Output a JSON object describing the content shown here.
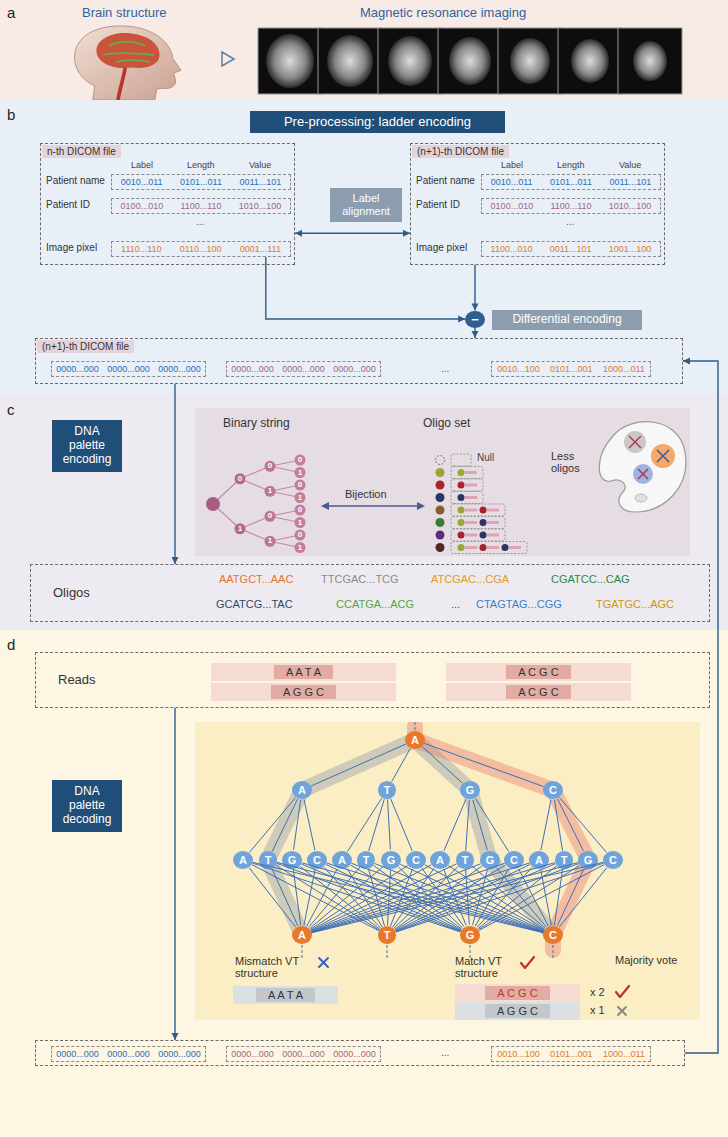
{
  "diagram": {
    "nodes": [
      {
        "text": [
          "a",
          "Brain structure",
          "Magnetic resonance imaging"
        ]
      },
      {
        "text": [
          "b"
        ]
      },
      {
        "text": [
          "c"
        ]
      },
      {
        "text": [
          "d"
        ]
      },
      {
        "text": [
          "Pre-processing: ladder encoding"
        ],
        "in": 1
      },
      {
        "text": [
          "n-th DICOM file",
          "Label",
          "Length",
          "Value",
          "Patient name",
          "Patient ID",
          "...",
          "Image pixel"
        ],
        "in": 1
      },
      {
        "text": [
          "0010...011",
          "0101...011",
          "0011...101"
        ],
        "in": 5
      },
      {
        "text": [
          "0100...010",
          "1100...110",
          "1010...100"
        ],
        "in": 5
      },
      {
        "text": [
          "1110...110",
          "0110...100",
          "0001...111"
        ],
        "in": 5
      },
      {
        "text": [
          "Label alignment"
        ],
        "in": 1
      },
      {
        "text": [
          "(n+1)-th DICOM file",
          "Label",
          "Length",
          "Value",
          "Patient name",
          "Patient ID",
          "...",
          "Image pixel"
        ],
        "in": 1
      },
      {
        "text": [
          "0010...011",
          "0101...011",
          "0011...101"
        ],
        "in": 10
      },
      {
        "text": [
          "0100...010",
          "1100...110",
          "1010...100"
        ],
        "in": 10
      },
      {
        "text": [
          "1100...010",
          "0011...101",
          "1001...100"
        ],
        "in": 10
      },
      {
        "text": [
          "−"
        ],
        "in": 1
      },
      {
        "text": [
          "Differential encoding"
        ],
        "in": 1
      },
      {
        "text": [
          "(n+1)-th DICOM file",
          "..."
        ],
        "in": 1
      },
      {
        "text": [
          "0000...000",
          "0000...000",
          "0000...000"
        ],
        "in": 16
      },
      {
        "text": [
          "0000...000",
          "0000...000",
          "0000...000"
        ],
        "in": 16
      },
      {
        "text": [
          "0010...100",
          "0101...001",
          "1000...011"
        ],
        "in": 16
      },
      {
        "text": [
          "DNA palette encoding"
        ],
        "in": 2
      },
      {
        "text": [
          "Binary string",
          "Bijection",
          "Oligo set",
          "Null",
          "Less oligos"
        ],
        "in": 2
      },
      {
        "text": [
          "Oligos",
          "AATGCT...AAC",
          "TTCGAC...TCG",
          "ATCGAC...CGA",
          "CGATCC...CAG",
          "GCATCG...TAC",
          "CCATGA...ACG",
          "...",
          "CTAGTAG...CGG",
          "TGATGC...AGC"
        ],
        "in": 2
      },
      {
        "text": [
          "Reads"
        ],
        "in": 3
      },
      {
        "text": [
          "A A T A"
        ],
        "in": 23
      },
      {
        "text": [
          "A C G C"
        ],
        "in": 23
      },
      {
        "text": [
          "A G G C"
        ],
        "in": 23
      },
      {
        "text": [
          "A C G C"
        ],
        "in": 23
      },
      {
        "text": [
          "DNA palette decoding"
        ],
        "in": 3
      },
      {
        "text": [
          "Mismatch VT structure",
          "Match VT structure",
          "Majority vote",
          "x 2",
          "x 1"
        ],
        "in": 3
      },
      {
        "text": [
          "A"
        ],
        "in": 29
      },
      {
        "text": [
          "A"
        ],
        "in": 29
      },
      {
        "text": [
          "T"
        ],
        "in": 29
      },
      {
        "text": [
          "G"
        ],
        "in": 29
      },
      {
        "text": [
          "C"
        ],
        "in": 29
      },
      {
        "text": [
          "A"
        ],
        "in": 29
      },
      {
        "text": [
          "T"
        ],
        "in": 29
      },
      {
        "text": [
          "G"
        ],
        "in": 29
      },
      {
        "text": [
          "C"
        ],
        "in": 29
      },
      {
        "text": [
          "A"
        ],
        "in": 29
      },
      {
        "text": [
          "T"
        ],
        "in": 29
      },
      {
        "text": [
          "G"
        ],
        "in": 29
      },
      {
        "text": [
          "C"
        ],
        "in": 29
      },
      {
        "text": [
          "A"
        ],
        "in": 29
      },
      {
        "text": [
          "T"
        ],
        "in": 29
      },
      {
        "text": [
          "G"
        ],
        "in": 29
      },
      {
        "text": [
          "C"
        ],
        "in": 29
      },
      {
        "text": [
          "A"
        ],
        "in": 29
      },
      {
        "text": [
          "T"
        ],
        "in": 29
      },
      {
        "text": [
          "G"
        ],
        "in": 29
      },
      {
        "text": [
          "C"
        ],
        "in": 29
      },
      {
        "text": [
          "A"
        ],
        "in": 29
      },
      {
        "text": [
          "T"
        ],
        "in": 29
      },
      {
        "text": [
          "G"
        ],
        "in": 29
      },
      {
        "text": [
          "C"
        ],
        "in": 29
      },
      {
        "text": [
          "A A T A"
        ],
        "in": 29
      },
      {
        "text": [
          "A C G C"
        ],
        "in": 29
      },
      {
        "text": [
          "A G G C"
        ],
        "in": 29
      },
      {
        "text": [
          "..."
        ],
        "in": 3
      },
      {
        "text": [
          "0000...000",
          "0000...000",
          "0000...000"
        ],
        "in": 58
      },
      {
        "text": [
          "0000...000",
          "0000...000",
          "0000...000"
        ],
        "in": 58
      },
      {
        "text": [
          "0010...100",
          "0101...001",
          "1000...011"
        ],
        "in": 58
      }
    ],
    "edges": [
      {
        "from": 5,
        "to": 10,
        "arrow": "both"
      },
      {
        "from": 8,
        "to": 14,
        "arrow": "to"
      },
      {
        "from": 10,
        "to": 14,
        "arrow": "to"
      },
      {
        "from": 14,
        "to": 16,
        "arrow": "to"
      },
      {
        "from": 16,
        "to": 22,
        "arrow": "to"
      },
      {
        "from": 23,
        "to": 58,
        "arrow": "to"
      },
      {
        "from": 58,
        "to": 16,
        "arrow": "to"
      },
      {
        "from": 30,
        "to": 31,
        "arrow": "none"
      },
      {
        "from": 30,
        "to": 32,
        "arrow": "none"
      },
      {
        "from": 30,
        "to": 33,
        "arrow": "none"
      },
      {
        "from": 30,
        "to": 34,
        "arrow": "none"
      },
      {
        "from": 31,
        "to": 35,
        "arrow": "none"
      },
      {
        "from": 31,
        "to": 36,
        "arrow": "none"
      },
      {
        "from": 31,
        "to": 37,
        "arrow": "none"
      },
      {
        "from": 31,
        "to": 38,
        "arrow": "none"
      },
      {
        "from": 32,
        "to": 39,
        "arrow": "none"
      },
      {
        "from": 32,
        "to": 40,
        "arrow": "none"
      },
      {
        "from": 32,
        "to": 41,
        "arrow": "none"
      },
      {
        "from": 32,
        "to": 42,
        "arrow": "none"
      },
      {
        "from": 33,
        "to": 43,
        "arrow": "none"
      },
      {
        "from": 33,
        "to": 44,
        "arrow": "none"
      },
      {
        "from": 33,
        "to": 45,
        "arrow": "none"
      },
      {
        "from": 33,
        "to": 46,
        "arrow": "none"
      },
      {
        "from": 34,
        "to": 47,
        "arrow": "none"
      },
      {
        "from": 34,
        "to": 48,
        "arrow": "none"
      },
      {
        "from": 34,
        "to": 49,
        "arrow": "none"
      },
      {
        "from": 34,
        "to": 50,
        "arrow": "none"
      },
      {
        "from": 35,
        "to": 51,
        "arrow": "none"
      },
      {
        "from": 35,
        "to": 52,
        "arrow": "none"
      },
      {
        "from": 35,
        "to": 53,
        "arrow": "none"
      },
      {
        "from": 35,
        "to": 54,
        "arrow": "none"
      },
      {
        "from": 36,
        "to": 51,
        "arrow": "none"
      },
      {
        "from": 36,
        "to": 52,
        "arrow": "none"
      },
      {
        "from": 36,
        "to": 53,
        "arrow": "none"
      },
      {
        "from": 36,
        "to": 54,
        "arrow": "none"
      },
      {
        "from": 37,
        "to": 51,
        "arrow": "none"
      },
      {
        "from": 37,
        "to": 52,
        "arrow": "none"
      },
      {
        "from": 37,
        "to": 53,
        "arrow": "none"
      },
      {
        "from": 37,
        "to": 54,
        "arrow": "none"
      },
      {
        "from": 38,
        "to": 51,
        "arrow": "none"
      },
      {
        "from": 38,
        "to": 52,
        "arrow": "none"
      },
      {
        "from": 38,
        "to": 53,
        "arrow": "none"
      },
      {
        "from": 38,
        "to": 54,
        "arrow": "none"
      },
      {
        "from": 39,
        "to": 51,
        "arrow": "none"
      },
      {
        "from": 39,
        "to": 52,
        "arrow": "none"
      },
      {
        "from": 39,
        "to": 53,
        "arrow": "none"
      },
      {
        "from": 39,
        "to": 54,
        "arrow": "none"
      },
      {
        "from": 40,
        "to": 51,
        "arrow": "none"
      },
      {
        "from": 40,
        "to": 52,
        "arrow": "none"
      },
      {
        "from": 40,
        "to": 53,
        "arrow": "none"
      },
      {
        "from": 40,
        "to": 54,
        "arrow": "none"
      },
      {
        "from": 41,
        "to": 51,
        "arrow": "none"
      },
      {
        "from": 41,
        "to": 52,
        "arrow": "none"
      },
      {
        "from": 41,
        "to": 53,
        "arrow": "none"
      },
      {
        "from": 41,
        "to": 54,
        "arrow": "none"
      },
      {
        "from": 42,
        "to": 51,
        "arrow": "none"
      },
      {
        "from": 42,
        "to": 52,
        "arrow": "none"
      },
      {
        "from": 42,
        "to": 53,
        "arrow": "none"
      },
      {
        "from": 42,
        "to": 54,
        "arrow": "none"
      },
      {
        "from": 43,
        "to": 51,
        "arrow": "none"
      },
      {
        "from": 43,
        "to": 52,
        "arrow": "none"
      },
      {
        "from": 43,
        "to": 53,
        "arrow": "none"
      },
      {
        "from": 43,
        "to": 54,
        "arrow": "none"
      },
      {
        "from": 44,
        "to": 51,
        "arrow": "none"
      },
      {
        "from": 44,
        "to": 52,
        "arrow": "none"
      },
      {
        "from": 44,
        "to": 53,
        "arrow": "none"
      },
      {
        "from": 44,
        "to": 54,
        "arrow": "none"
      },
      {
        "from": 45,
        "to": 51,
        "arrow": "none"
      },
      {
        "from": 45,
        "to": 52,
        "arrow": "none"
      },
      {
        "from": 45,
        "to": 53,
        "arrow": "none"
      },
      {
        "from": 45,
        "to": 54,
        "arrow": "none"
      },
      {
        "from": 46,
        "to": 51,
        "arrow": "none"
      },
      {
        "from": 46,
        "to": 52,
        "arrow": "none"
      },
      {
        "from": 46,
        "to": 53,
        "arrow": "none"
      },
      {
        "from": 46,
        "to": 54,
        "arrow": "none"
      },
      {
        "from": 47,
        "to": 51,
        "arrow": "none"
      },
      {
        "from": 47,
        "to": 52,
        "arrow": "none"
      },
      {
        "from": 47,
        "to": 53,
        "arrow": "none"
      },
      {
        "from": 47,
        "to": 54,
        "arrow": "none"
      },
      {
        "from": 48,
        "to": 51,
        "arrow": "none"
      },
      {
        "from": 48,
        "to": 52,
        "arrow": "none"
      },
      {
        "from": 48,
        "to": 53,
        "arrow": "none"
      },
      {
        "from": 48,
        "to": 54,
        "arrow": "none"
      },
      {
        "from": 49,
        "to": 51,
        "arrow": "none"
      },
      {
        "from": 49,
        "to": 52,
        "arrow": "none"
      },
      {
        "from": 49,
        "to": 53,
        "arrow": "none"
      },
      {
        "from": 49,
        "to": 54,
        "arrow": "none"
      },
      {
        "from": 50,
        "to": 51,
        "arrow": "none"
      },
      {
        "from": 50,
        "to": 52,
        "arrow": "none"
      },
      {
        "from": 50,
        "to": 53,
        "arrow": "none"
      },
      {
        "from": 50,
        "to": 54,
        "arrow": "none"
      }
    ],
    "labels": [
      "0",
      "1",
      "0",
      "1",
      "0",
      "1",
      "0",
      "1",
      "0",
      "1",
      "0",
      "1",
      "0",
      "1",
      "..."
    ]
  }
}
